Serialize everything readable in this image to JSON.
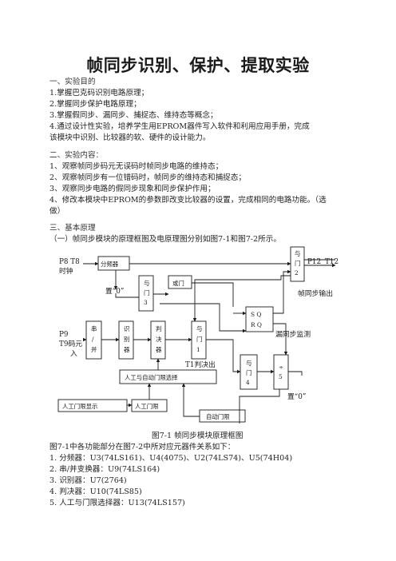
{
  "title": "帧同步识别、保护、提取实验",
  "section1": {
    "heading": "一、实验目的",
    "items": [
      "1.掌握巴克码识别电路原理；",
      "2.掌握同步保护电路原理；",
      "3.掌握假同步、漏同步、捕捉态、维持态等概念；",
      "4.通过设计性实验，培养学生用EPROM器件写入软件和利用应用手册，完成",
      "该模块中识别、比较器的软、硬件的设计能力。"
    ]
  },
  "section2": {
    "heading": "二、实验内容：",
    "items": [
      "1、观察帧同步码元无误码时帧同步电路的维持态；",
      "2、观察帧同步有一位错码时，帧同步的维持态和捕捉态；",
      "3、观察同步电路的假同步现象和同步保护作用；",
      "4、修改本模块中EPROM的参数即改变比较器的设置，完成相同的电路功能。（选",
      "做）"
    ]
  },
  "section3": {
    "heading": "三、基本原理",
    "intro": "（一）帧同步模块的原理框图及电原理图分别如图7-1和图7-2所示。"
  },
  "diagram": {
    "input_p8": "P8 T8",
    "input_clock": "时钟",
    "divider": "分频器",
    "set_zero_top": "置“0”",
    "and3": [
      "与",
      "门",
      "3"
    ],
    "or_gate": "或门",
    "and2": [
      "与",
      "门",
      "2"
    ],
    "p12": "P12",
    "t12": "T12",
    "frame_sync_out": "帧同步输出",
    "sr_top": "S  Q",
    "sr_bottom": "R  Q",
    "missed_sync": "漏同步监测",
    "p9": "P9",
    "t9": "T9码元",
    "t9_in": "入",
    "serpar": [
      "串",
      "/",
      "并"
    ],
    "recog": [
      "识",
      "别",
      "器"
    ],
    "decider": [
      "判",
      "决",
      "器"
    ],
    "and1": [
      "与",
      "门",
      "1"
    ],
    "t1": "T1判决出",
    "and4": [
      "与",
      "门",
      "4"
    ],
    "div5": [
      "÷",
      "5"
    ],
    "threshold_select": "人工与自动门限选择",
    "manual_display": "人工门限显示",
    "manual_threshold": "人工门限",
    "set_zero_bottom": "置“0”",
    "auto_threshold": "自动门限"
  },
  "figure_caption": "图7-1 帧同步模块原理框图",
  "components": {
    "intro": "图7-1中各功能部分在图7-2中所对应元器件关系如下：",
    "items": [
      "1. 分频器：U3(74LS161)、U4(4075)、U2(74LS74)、U5(74H04)",
      "2. 串/并变换器：U9(74LS164)",
      "3. 识别器：U7(2764)",
      "4. 判决器：U10(74LS85)",
      "5. 人工与门限选择器：U13(74LS157)"
    ]
  }
}
